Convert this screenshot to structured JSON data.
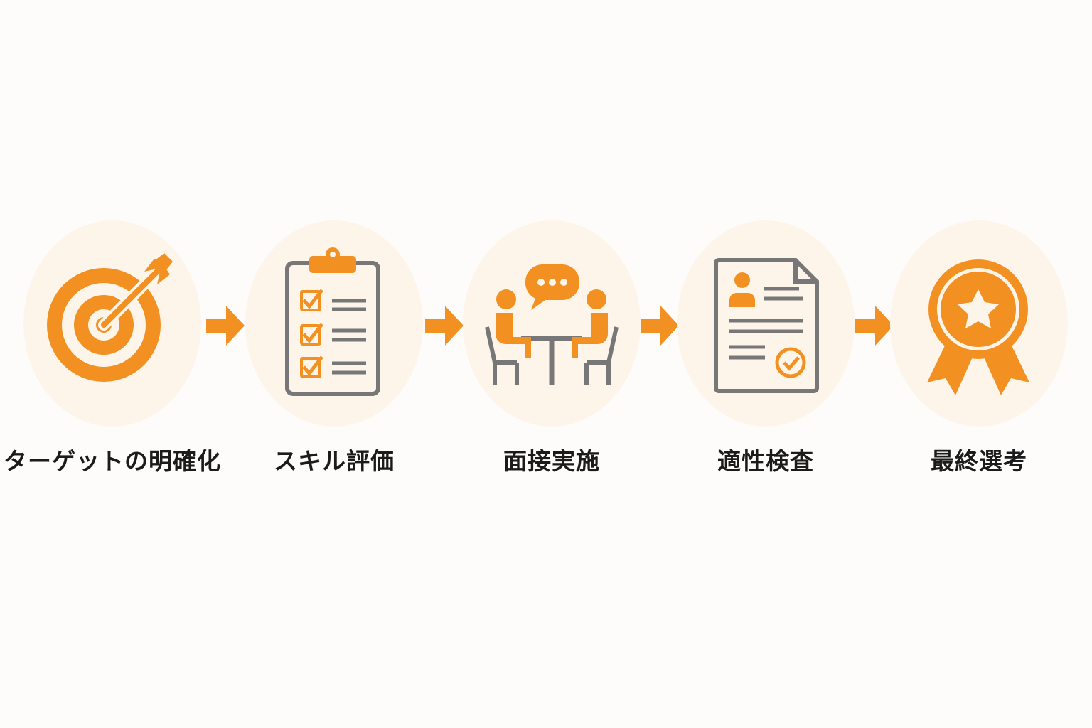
{
  "accent_color": "#f29122",
  "icon_gray": "#777777",
  "steps": [
    {
      "label": "ターゲットの明確化",
      "icon": "target-icon"
    },
    {
      "label": "スキル評価",
      "icon": "clipboard-checklist-icon"
    },
    {
      "label": "面接実施",
      "icon": "interview-icon"
    },
    {
      "label": "適性検査",
      "icon": "resume-check-icon"
    },
    {
      "label": "最終選考",
      "icon": "award-badge-icon"
    }
  ]
}
